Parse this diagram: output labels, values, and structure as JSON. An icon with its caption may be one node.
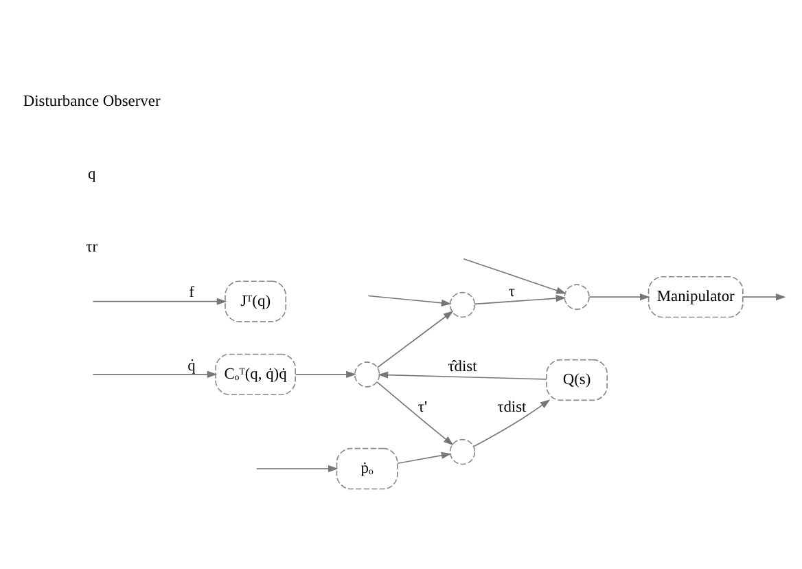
{
  "diagram": {
    "nodes": [
      {
        "text": [],
        "shape": "circle"
      },
      {
        "text": [],
        "shape": "circle"
      },
      {
        "text": [
          "Manipulator"
        ]
      },
      {
        "text": [
          "Jᵀ(q)"
        ]
      },
      {
        "text": [],
        "shape": "circle"
      },
      {
        "text": [
          "Cₒᵀ(q, q̇)q̇"
        ]
      },
      {
        "text": [],
        "shape": "circle"
      },
      {
        "text": [
          "ṗₒ"
        ]
      },
      {
        "text": [
          "Q(s)"
        ]
      }
    ],
    "edges": [
      {
        "from": null,
        "to": 0,
        "arrow": "to"
      },
      {
        "from": 4,
        "to": 0,
        "arrow": "to"
      },
      {
        "from": 0,
        "to": 1,
        "arrow": "to",
        "label": "τ"
      },
      {
        "from": null,
        "to": 1,
        "arrow": "to"
      },
      {
        "from": 1,
        "to": 2,
        "arrow": "to"
      },
      {
        "from": 2,
        "to": null,
        "arrow": "to"
      },
      {
        "from": null,
        "to": 3,
        "arrow": "to",
        "label": "f"
      },
      {
        "from": null,
        "to": 5,
        "arrow": "to",
        "label": "q̇"
      },
      {
        "from": 5,
        "to": 4,
        "arrow": "to"
      },
      {
        "from": null,
        "to": 7,
        "arrow": "to"
      },
      {
        "from": 7,
        "to": 6,
        "arrow": "to"
      },
      {
        "from": 6,
        "to": 8,
        "arrow": "to",
        "label": "τdist"
      },
      {
        "from": 8,
        "to": 4,
        "arrow": "to",
        "label": "τ̂dist"
      },
      {
        "from": 4,
        "to": 6,
        "arrow": "to",
        "label": "τ'"
      }
    ],
    "labels": [
      "τr",
      "q",
      "Disturbance Observer"
    ]
  }
}
